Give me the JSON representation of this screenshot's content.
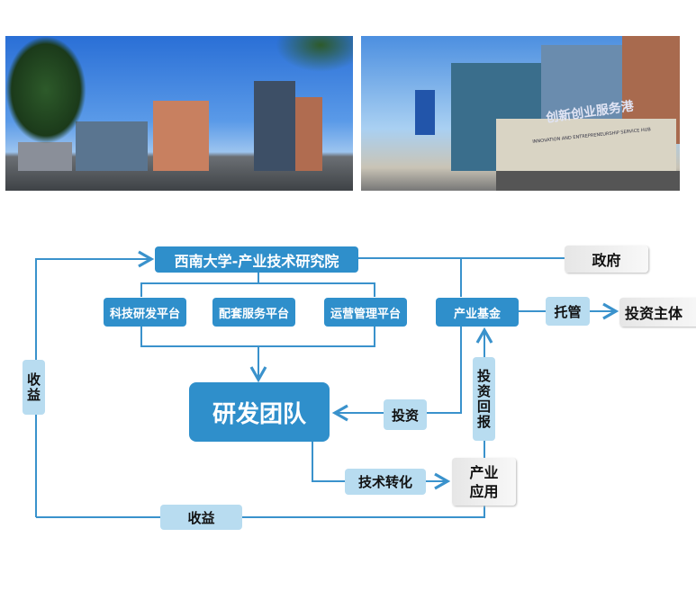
{
  "photos": {
    "right_sign_cn": "创新创业服务港",
    "right_sign_en": "INNOVATION AND ENTREPRENEURSHIP SERVICE HUB"
  },
  "diagram": {
    "institute": "西南大学-产业技术研究院",
    "government": "政府",
    "platforms": [
      "科技研发平台",
      "配套服务平台",
      "运营管理平台"
    ],
    "industry_fund": "产业基金",
    "custody": "托管",
    "investor": "投资主体",
    "rd_team": "研发团队",
    "investment": "投资",
    "investment_return": "投资回报",
    "tech_transfer": "技术转化",
    "industry_application": "产业应用",
    "revenue_left": "收益",
    "revenue_bottom": "收益"
  },
  "colors": {
    "primary": "#2f8fcb",
    "light": "#b8dcf0",
    "line": "#3a92cc"
  }
}
